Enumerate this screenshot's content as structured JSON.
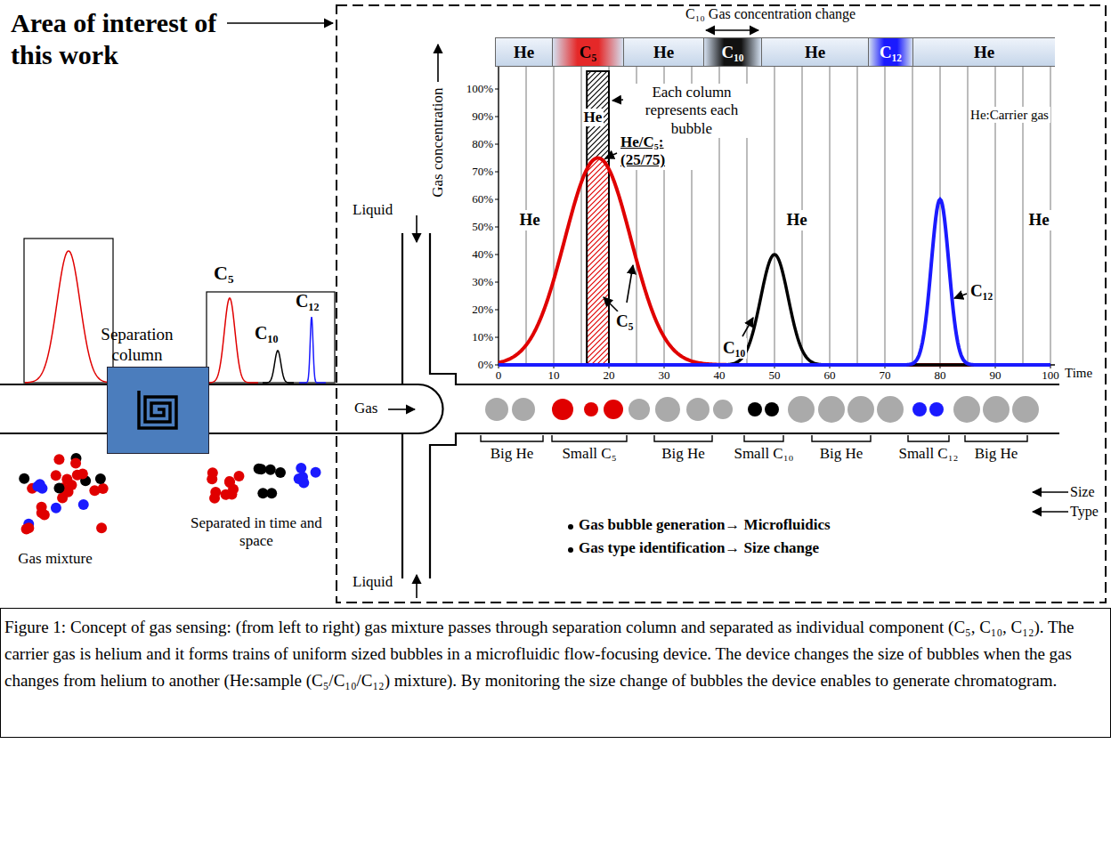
{
  "diagram": {
    "caption": "Figure 1: Concept of gas sensing: (from left to right) gas mixture passes through separation column and separated as individual component (C₅, C₁₀, C₁₂). The carrier gas is helium and it forms trains of uniform sized bubbles in a microfluidic flow-focusing device. The device changes the size of bubbles when the gas changes from helium to another (He:sample (C₅/C₁₀/C₁₂) mixture). By monitoring the size change of bubbles the device enables to generate chromatogram.",
    "nodes": [
      {
        "text": [
          "He"
        ]
      },
      {
        "text": [
          "C₅"
        ]
      },
      {
        "text": [
          "He"
        ]
      },
      {
        "text": [
          "C₁₀"
        ]
      },
      {
        "text": [
          "He"
        ]
      },
      {
        "text": [
          "C₁₂"
        ]
      },
      {
        "text": [
          "He"
        ]
      },
      {
        "text": [
          "Separation column"
        ]
      }
    ],
    "labels": [
      "Area of interest of this work",
      "C₁₀ Gas concentration change",
      "Each column represents each bubble",
      "He",
      "He/C₅: (25/75)",
      "He:Carrier gas",
      "He",
      "He",
      "He",
      "C₅",
      "C₁₀",
      "C₁₂",
      "100%",
      "90%",
      "80%",
      "70%",
      "60%",
      "50%",
      "40%",
      "30%",
      "20%",
      "10%",
      "0%",
      "0",
      "10",
      "20",
      "30",
      "40",
      "50",
      "60",
      "70",
      "80",
      "90",
      "100",
      "Time",
      "Gas concentration",
      "Liquid",
      "Liquid",
      "Gas",
      "C₅",
      "C₁₀",
      "C₁₂",
      "Separated in time and space",
      "Gas mixture",
      "Big He",
      "Small C₅",
      "Big He",
      "Small C₁₀",
      "Big He",
      "Small C₁₂",
      "Big He",
      "Size",
      "Type",
      "Gas bubble generation→ Microfluidics",
      "Gas type identification→ Size change"
    ]
  }
}
